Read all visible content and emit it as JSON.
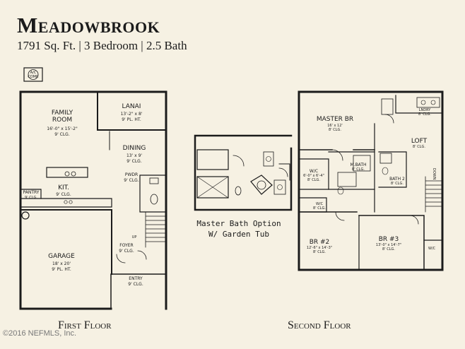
{
  "header": {
    "title": "Meadowbrook",
    "subtitle": "1791 Sq. Ft. | 3 Bedroom | 2.5 Bath"
  },
  "first_floor": {
    "label": "First Floor",
    "ac": {
      "line1": "A/C",
      "line2": "COMP."
    },
    "rooms": {
      "family": {
        "name1": "FAMILY",
        "name2": "ROOM",
        "dims": "16'-0\" x 15'-2\"",
        "ceiling": "9' CLG."
      },
      "lanai": {
        "name": "LANAI",
        "dims": "13'-2\" x 8'",
        "ceiling": "9' PL. HT."
      },
      "dining": {
        "name": "DINING",
        "dims": "13' x 9'",
        "ceiling": "9' CLG."
      },
      "pwdr": {
        "name": "PWDR",
        "ceiling": "9' CLG."
      },
      "kit": {
        "name": "KIT.",
        "ceiling": "9' CLG."
      },
      "pantry": {
        "name": "PANTRY",
        "ceiling": "9' CLG."
      },
      "garage": {
        "name": "GARAGE",
        "dims": "18' x 20'",
        "ceiling": "9' PL. HT."
      },
      "foyer": {
        "name": "FOYER",
        "ceiling": "9' CLG."
      },
      "entry": {
        "name": "ENTRY",
        "ceiling": "9' CLG."
      }
    },
    "stair_note": "UP"
  },
  "bath_option": {
    "line1": "Master Bath Option",
    "line2": "W/ Garden Tub"
  },
  "second_floor": {
    "label": "Second Floor",
    "rooms": {
      "master": {
        "name": "MASTER BR",
        "dims": "16' x 12'",
        "ceiling": "8' CLG."
      },
      "laundry": {
        "name": "LNDRY",
        "ceiling": "8' CLG."
      },
      "loft": {
        "name": "LOFT",
        "ceiling": "8' CLG."
      },
      "wic_master": {
        "name": "W/C",
        "dims": "6'-0\" x 6'-4\"",
        "ceiling": "8' CLG."
      },
      "mbath": {
        "name": "M.BATH",
        "ceiling": "8' CLG."
      },
      "bath2": {
        "name": "BATH 2",
        "ceiling": "8' CLG."
      },
      "wic2": {
        "name": "W/C",
        "ceiling": "8' CLG."
      },
      "br2": {
        "name": "BR #2",
        "dims": "12'-6\" x 14'-3\"",
        "ceiling": "8' CLG."
      },
      "br3": {
        "name": "BR #3",
        "dims": "13'-0\" x 14'-7\"",
        "ceiling": "8' CLG."
      },
      "wic3": {
        "name": "W/C"
      }
    },
    "stair_note": "DOWN"
  },
  "footer": {
    "copyright": "©2016 NEFMLS, Inc."
  }
}
